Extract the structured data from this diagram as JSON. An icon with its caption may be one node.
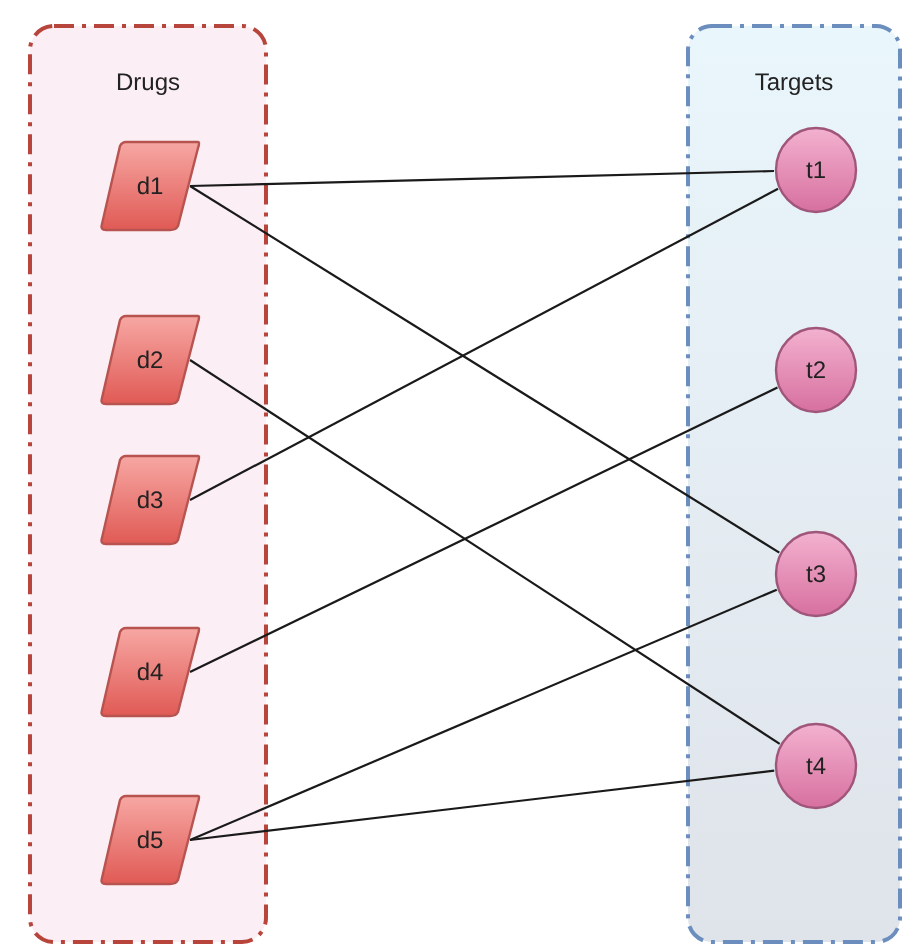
{
  "diagram": {
    "nodes": [
      {
        "text": [
          "Drugs"
        ]
      },
      {
        "text": [
          "d1"
        ],
        "in": 0
      },
      {
        "text": [
          "d2"
        ],
        "in": 0
      },
      {
        "text": [
          "d3"
        ],
        "in": 0
      },
      {
        "text": [
          "d4"
        ],
        "in": 0
      },
      {
        "text": [
          "d5"
        ],
        "in": 0
      },
      {
        "text": [
          "Targets"
        ]
      },
      {
        "text": [
          "t1"
        ],
        "in": 6
      },
      {
        "text": [
          "t2"
        ],
        "in": 6
      },
      {
        "text": [
          "t3"
        ],
        "in": 6
      },
      {
        "text": [
          "t4"
        ],
        "in": 6
      }
    ],
    "edges": [
      {
        "from": 1,
        "to": 7,
        "arrow": "none"
      },
      {
        "from": 1,
        "to": 9,
        "arrow": "none"
      },
      {
        "from": 2,
        "to": 10,
        "arrow": "none"
      },
      {
        "from": 3,
        "to": 7,
        "arrow": "none"
      },
      {
        "from": 4,
        "to": 8,
        "arrow": "none"
      },
      {
        "from": 5,
        "to": 9,
        "arrow": "none"
      },
      {
        "from": 5,
        "to": 10,
        "arrow": "none"
      }
    ]
  }
}
